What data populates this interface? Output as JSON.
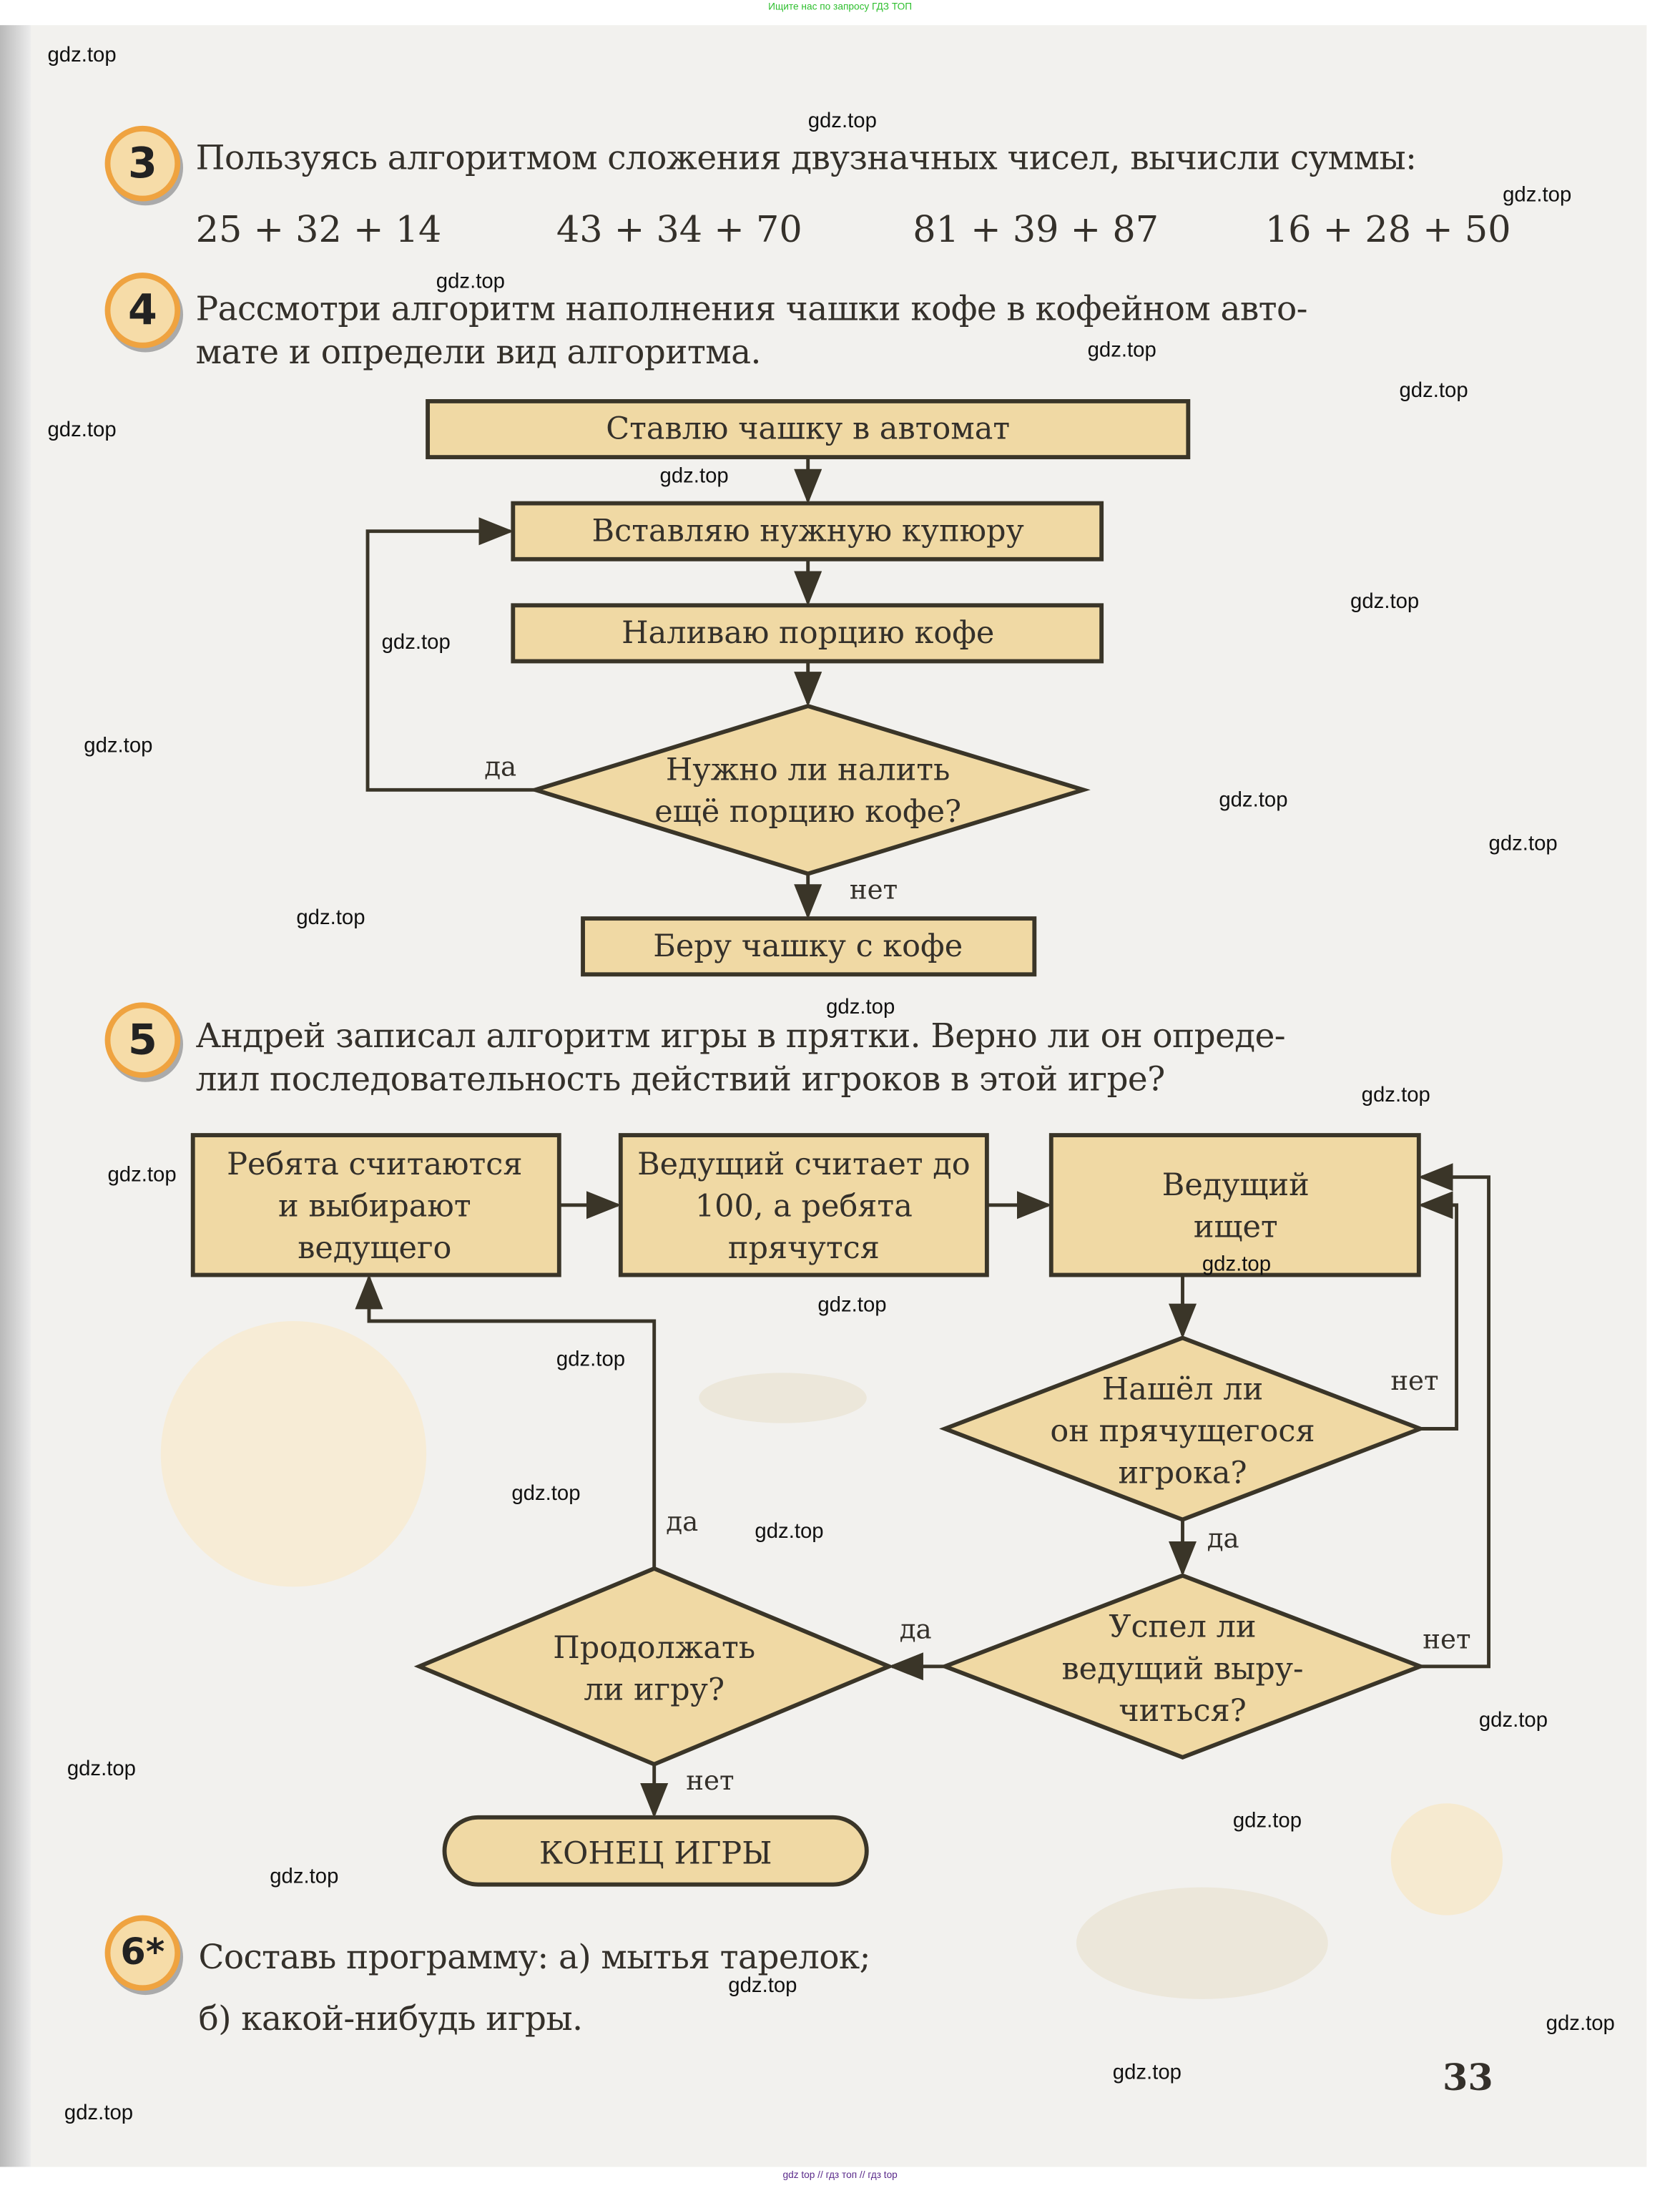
{
  "top_banner": "Ищите нас по запросу ГДЗ ТОП",
  "bottom_banner": "gdz top  //  гдз топ  //  гдз top",
  "watermark": "gdz.top",
  "task3": {
    "number": "3",
    "text": "Пользуясь алгоритмом сложения двузначных чисел, вычисли суммы:",
    "sums": [
      "25 + 32 + 14",
      "43 + 34 + 70",
      "81 + 39 + 87",
      "16 + 28 + 50"
    ]
  },
  "task4": {
    "number": "4",
    "lines": [
      "Рассмотри алгоритм наполнения чашки кофе в кофейном авто-",
      "мате и определи вид алгоритма."
    ],
    "flow": {
      "step1": "Ставлю чашку в автомат",
      "step2": "Вставляю нужную купюру",
      "step3": "Наливаю порцию кофе",
      "decision": [
        "Нужно ли налить",
        "ещё порцию кофе?"
      ],
      "yes": "да",
      "no": "нет",
      "end": "Беру чашку с кофе"
    }
  },
  "task5": {
    "number": "5",
    "lines": [
      "Андрей записал алгоритм игры в прятки. Верно ли он опреде-",
      "лил последовательность действий игроков в этой игре?"
    ],
    "flow": {
      "box1": [
        "Ребята считаются",
        "и выбирают",
        "ведущего"
      ],
      "box2": [
        "Ведущий считает до",
        "100, а ребята",
        "прячутся"
      ],
      "box3": [
        "Ведущий",
        "ищет"
      ],
      "found": [
        "Нашёл ли",
        "он прячущегося",
        "игрока?"
      ],
      "rescued": [
        "Успел ли",
        "ведущий выру-",
        "читься?"
      ],
      "continue": [
        "Продолжать",
        "ли игру?"
      ],
      "end": "КОНЕЦ ИГРЫ",
      "yes": "да",
      "no": "нет"
    }
  },
  "task6": {
    "number": "6*",
    "lines": [
      "Составь программу: а) мытья тарелок;",
      "б) какой-нибудь игры."
    ]
  },
  "page_number": "33",
  "colors": {
    "box_fill": "#f0d9a4",
    "ring": "#efa340",
    "stroke": "#3a3528"
  }
}
